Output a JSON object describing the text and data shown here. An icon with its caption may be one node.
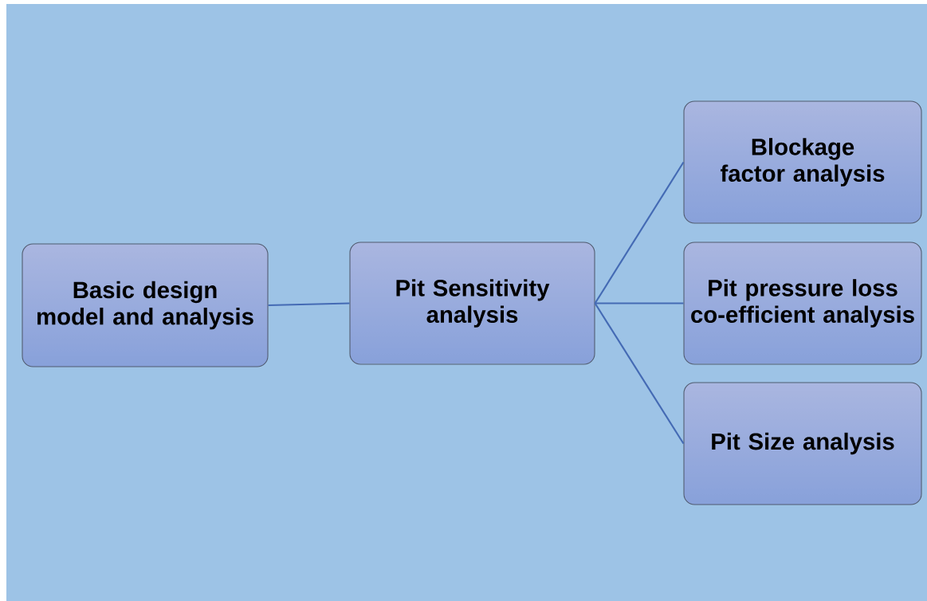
{
  "diagram": {
    "nodes": [
      {
        "text": [
          "Basic design model and analysis"
        ]
      },
      {
        "text": [
          "Pit Sensitivity analysis"
        ]
      },
      {
        "text": [
          "Blockage factor analysis"
        ]
      },
      {
        "text": [
          "Pit pressure loss co-efficient analysis"
        ]
      },
      {
        "text": [
          "Pit Size analysis"
        ]
      }
    ],
    "edges": [
      {
        "from": 0,
        "to": 1,
        "arrow": "none"
      },
      {
        "from": 1,
        "to": 2,
        "arrow": "none"
      },
      {
        "from": 1,
        "to": 3,
        "arrow": "none"
      },
      {
        "from": 1,
        "to": 4,
        "arrow": "none"
      }
    ]
  }
}
